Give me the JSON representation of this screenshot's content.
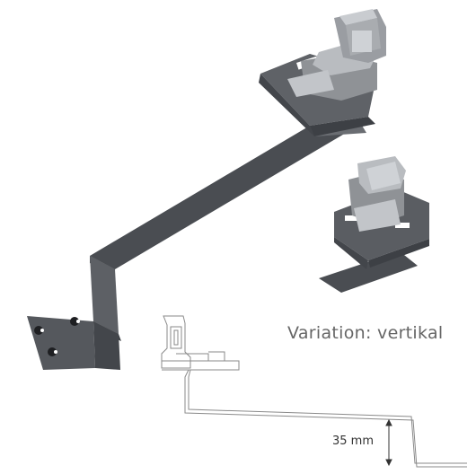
{
  "captions": {
    "variation": "Variation: vertikal",
    "dimension": "35 mm"
  },
  "colors": {
    "bracket_dark": "#4a4d52",
    "bracket_mid": "#6a6d72",
    "bracket_light": "#9a9da2",
    "clamp": "#b9bcc0",
    "clamp_dark": "#8f9296",
    "line_drawing": "#8a8a8a"
  },
  "icons": {
    "main_product": "roof-hook-bracket-with-clamp",
    "variant_product": "vertical-bracket-with-clamp",
    "diagram": "profile-line-drawing"
  }
}
